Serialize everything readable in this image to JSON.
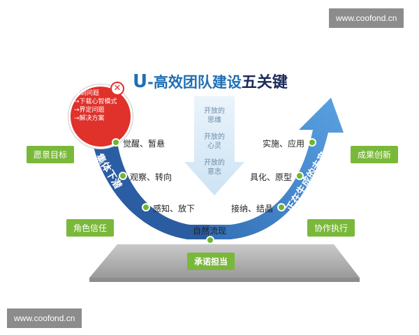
{
  "watermarks": {
    "top": "www.coofond.cn",
    "bottom": "www.coofond.cn"
  },
  "title": {
    "u": "U",
    "middle": "-高效团队建设",
    "emph": "五关键"
  },
  "red_circle": {
    "lines": [
      "看到问题",
      "→下载心智模式",
      "→界定问题",
      "→解决方案"
    ]
  },
  "center_arrow": {
    "items": [
      [
        "开放的",
        "思维"
      ],
      [
        "开放的",
        "心灵"
      ],
      [
        "开放的",
        "意志"
      ]
    ]
  },
  "left_arrow_text": "集体下潜",
  "right_arrow_text": "正在生成的未来",
  "left_steps": [
    "觉醒、暂悬",
    "观察、转向",
    "感知、放下"
  ],
  "right_steps": [
    "实施、应用",
    "具化、原型",
    "接纳、结晶"
  ],
  "bottom_center": "自然流现",
  "tags": {
    "left_top": "愿景目标",
    "left_bottom": "角色信任",
    "right_top": "成果创新",
    "right_bottom": "协作执行",
    "bottom": "承诺担当"
  },
  "colors": {
    "blue": "#2f63a8",
    "light_blue": "#4d8fd8",
    "green": "#7ab83a",
    "red": "#e0312b",
    "center_arrow": "#d9ebf7"
  }
}
